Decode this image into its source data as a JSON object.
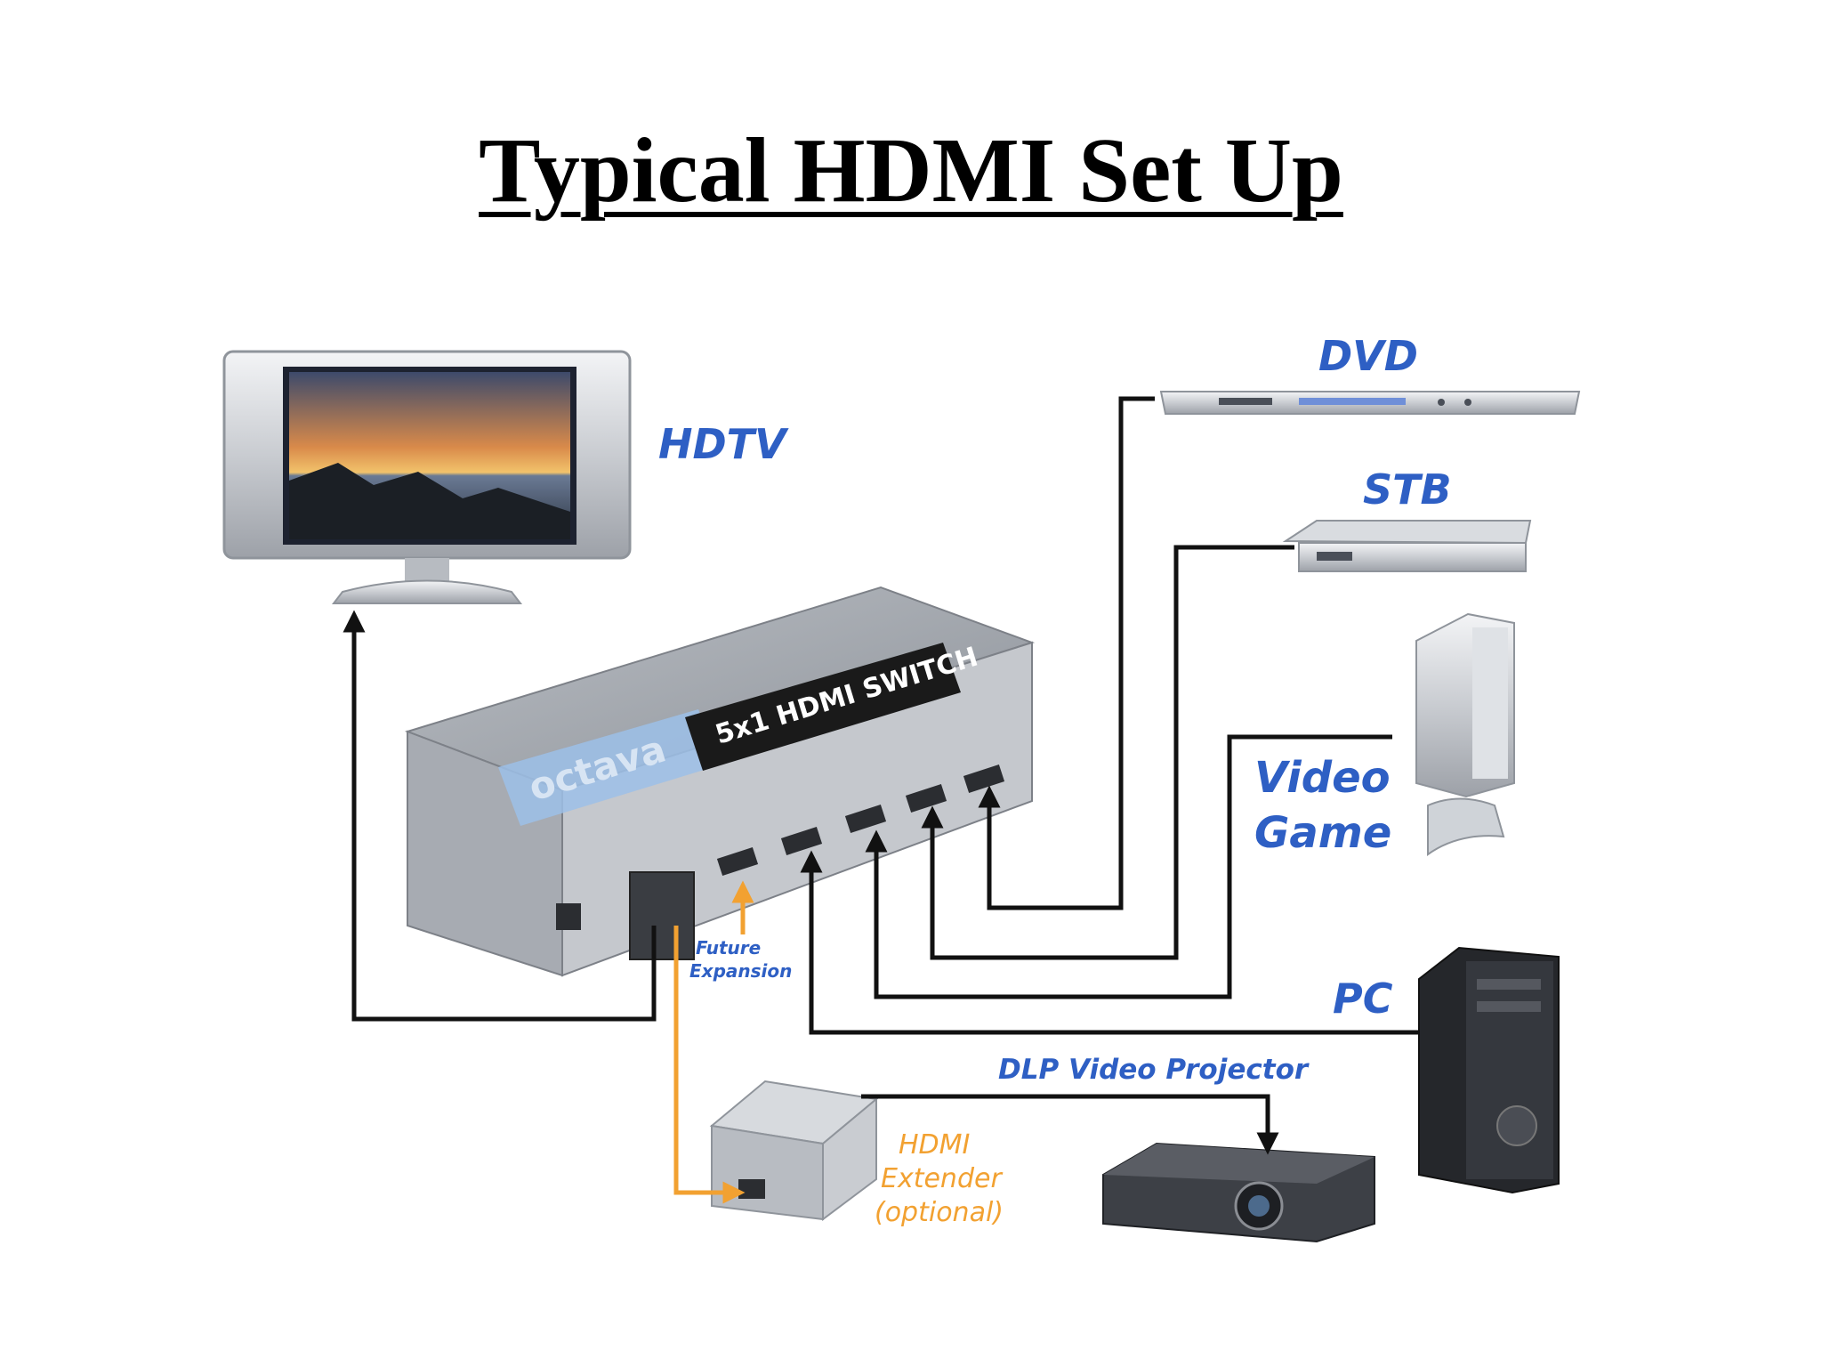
{
  "title": "Typical HDMI Set Up",
  "devices": {
    "hdtv": "HDTV",
    "dvd": "DVD",
    "stb": "STB",
    "video_game_line1": "Video",
    "video_game_line2": "Game",
    "pc": "PC",
    "projector": "DLP Video Projector"
  },
  "switch": {
    "brand": "octava",
    "label": "5x1 HDMI SWITCH"
  },
  "expansion": {
    "line1": "Future",
    "line2": "Expansion"
  },
  "extender": {
    "line1": "HDMI",
    "line2": "Extender",
    "line3": "(optional)"
  },
  "colors": {
    "label_blue": "#2e5fc4",
    "optional_orange": "#f2a131",
    "cable": "#111111"
  }
}
